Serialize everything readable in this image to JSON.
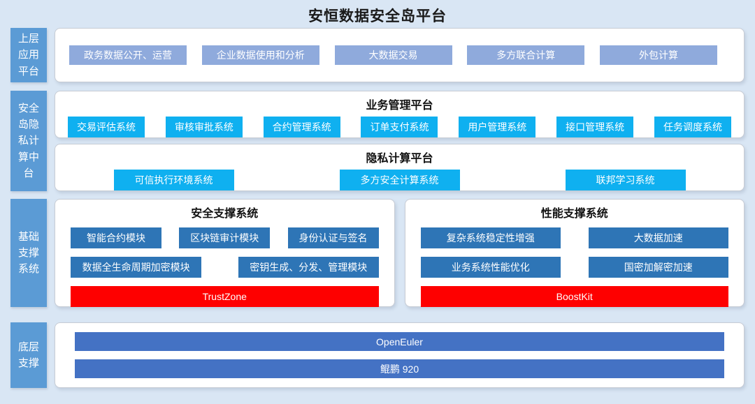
{
  "title": "安恒数据安全岛平台",
  "sidebar": {
    "upper": "上层应用平台",
    "middle": "安全岛隐私计算中台",
    "foundation": "基础支撑系统",
    "bottom": "底层支撑"
  },
  "upper_apps": {
    "items": [
      "政务数据公开、运营",
      "企业数据使用和分析",
      "大数据交易",
      "多方联合计算",
      "外包计算"
    ]
  },
  "business_platform": {
    "header": "业务管理平台",
    "items": [
      "交易评估系统",
      "审核审批系统",
      "合约管理系统",
      "订单支付系统",
      "用户管理系统",
      "接口管理系统",
      "任务调度系统"
    ]
  },
  "privacy_platform": {
    "header": "隐私计算平台",
    "items": [
      "可信执行环境系统",
      "多方安全计算系统",
      "联邦学习系统"
    ]
  },
  "security_support": {
    "header": "安全支撑系统",
    "row1": [
      "智能合约模块",
      "区块链审计模块",
      "身份认证与签名"
    ],
    "row2": [
      "数据全生命周期加密模块",
      "密钥生成、分发、管理模块"
    ],
    "highlight": "TrustZone"
  },
  "performance_support": {
    "header": "性能支撑系统",
    "row1": [
      "复杂系统稳定性增强",
      "大数据加速"
    ],
    "row2": [
      "业务系统性能优化",
      "国密加解密加速"
    ],
    "highlight": "BoostKit"
  },
  "base_layer": {
    "items": [
      "OpenEuler",
      "鲲鹏 920"
    ]
  },
  "colors": {
    "background": "#d9e6f4",
    "sidebar_label": "#5b9bd5",
    "upper_node": "#8faadc",
    "platform_node": "#0fb0f0",
    "support_node": "#2e75b6",
    "highlight_node": "#fe0000",
    "base_bar_node": "#4472c4",
    "panel_background": "#ffffff"
  }
}
